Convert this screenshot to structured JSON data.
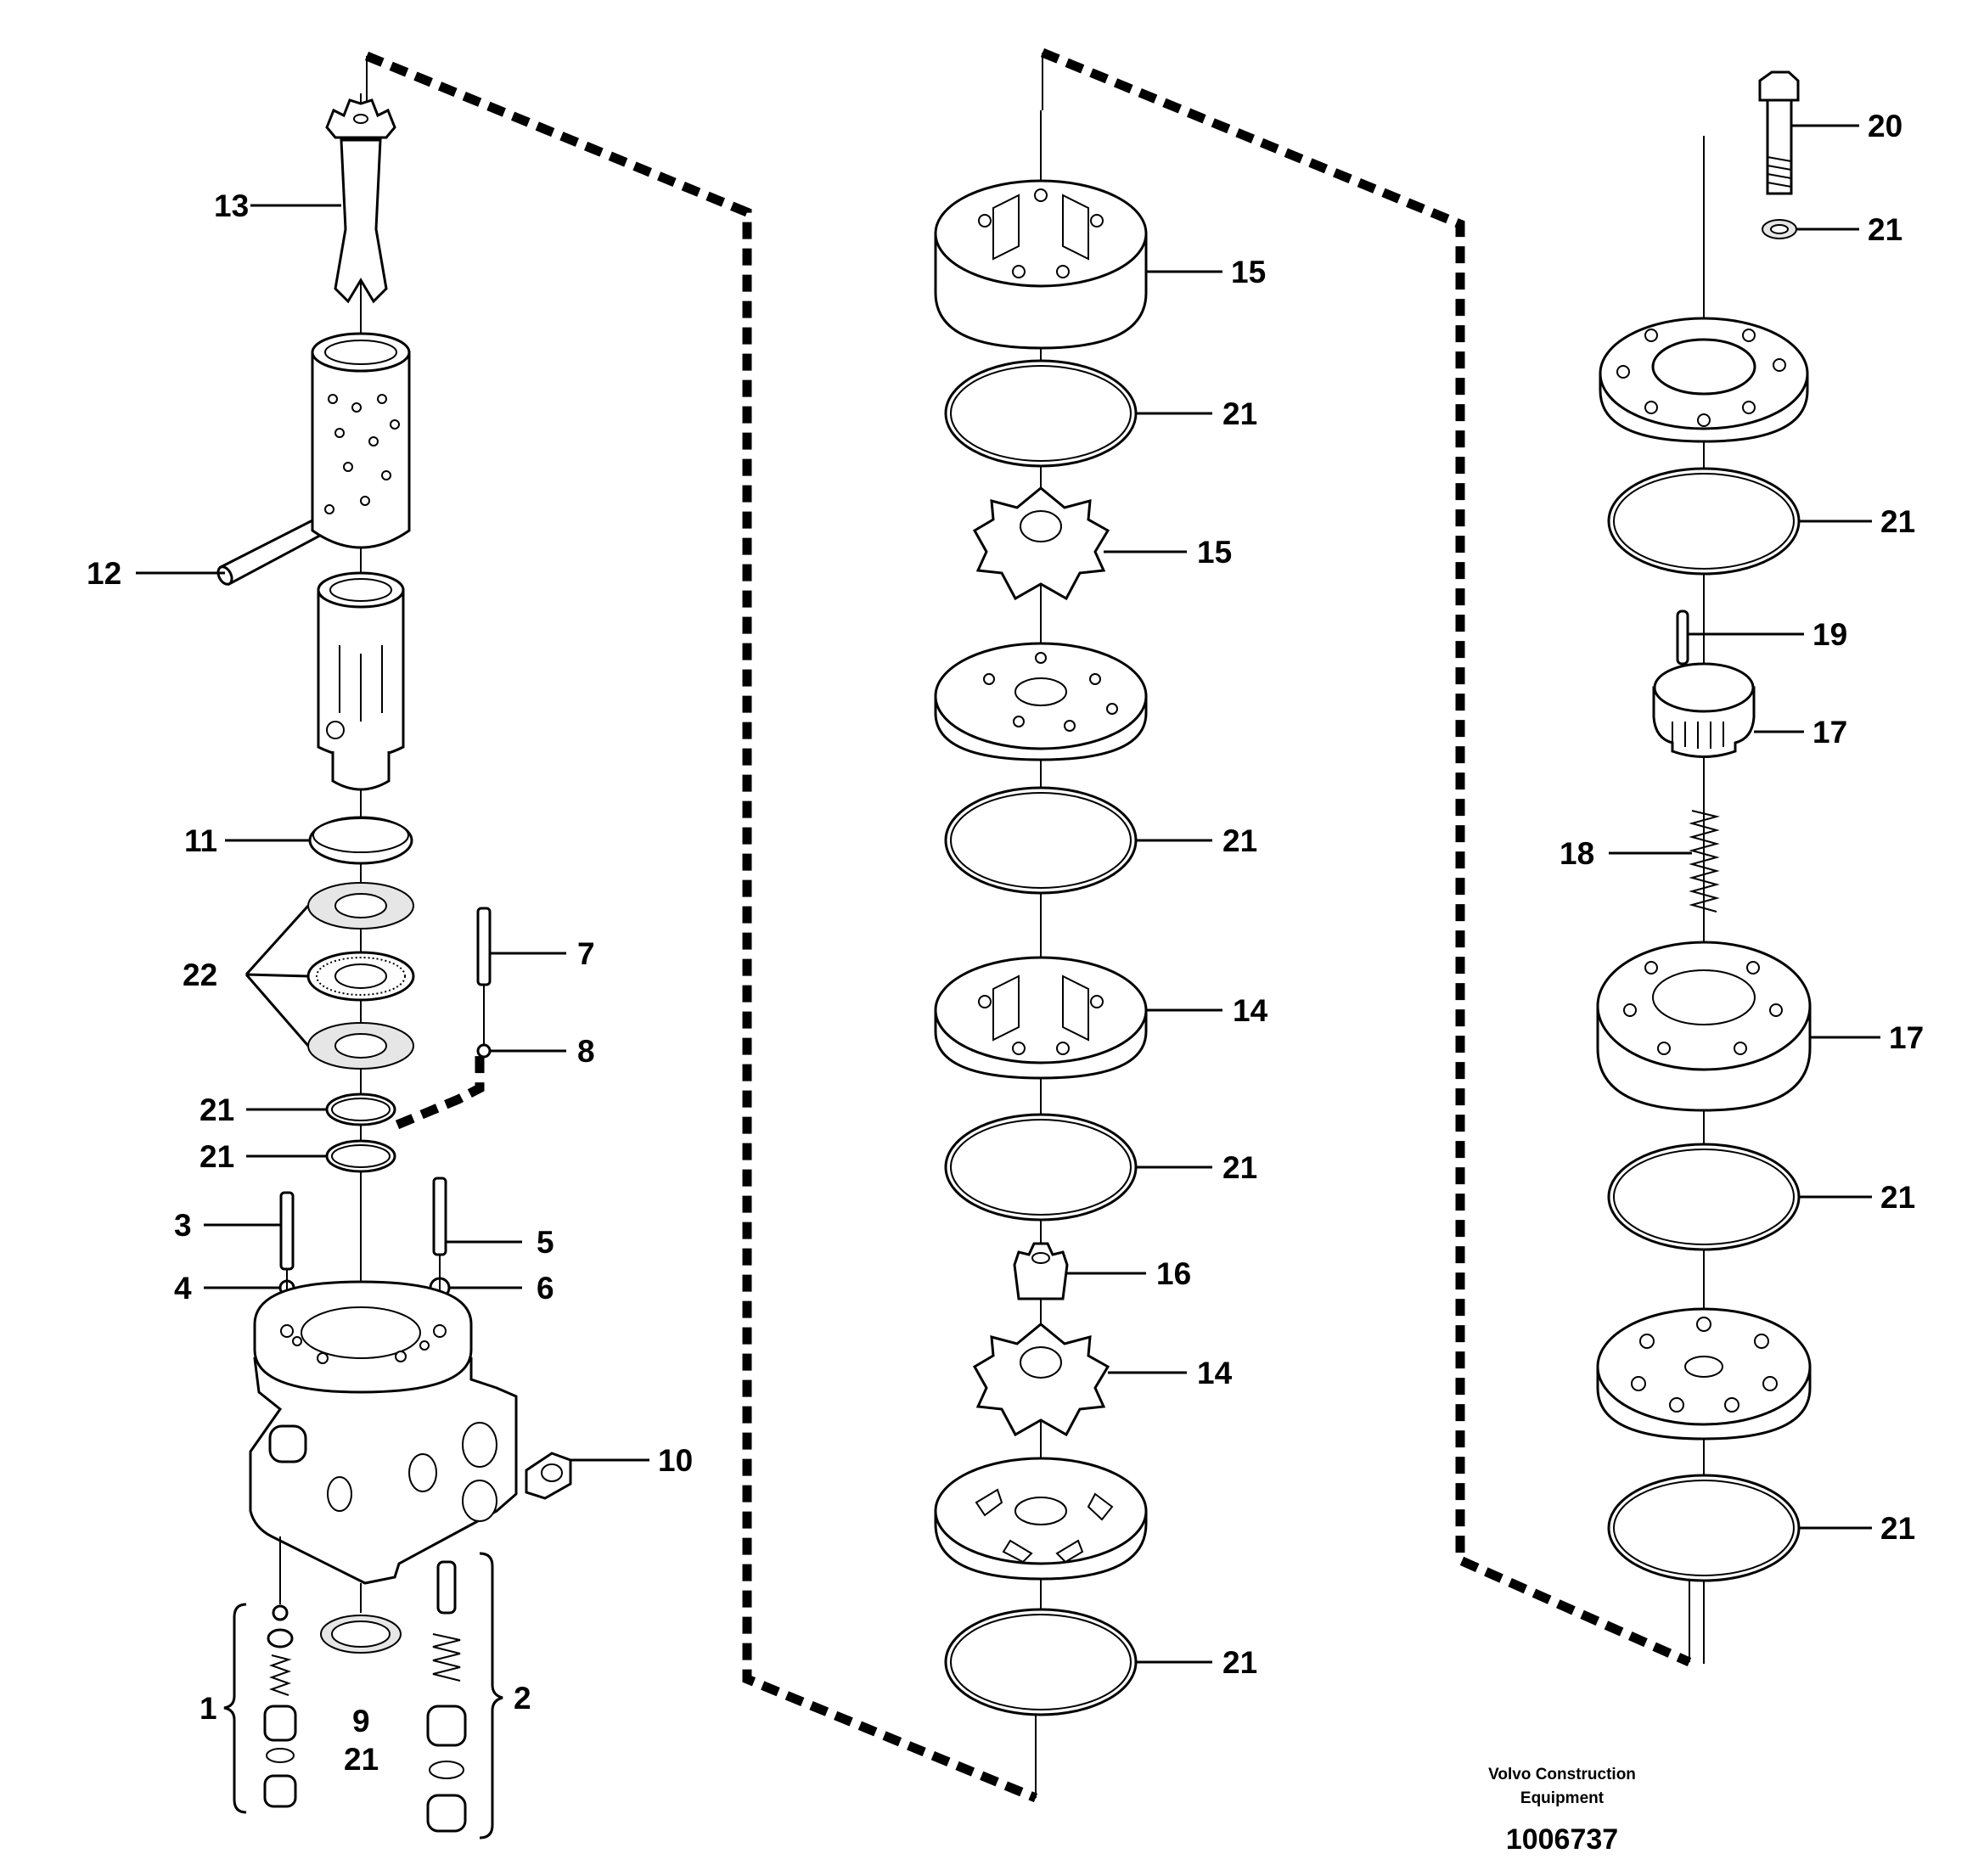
{
  "callouts": {
    "c1": "1",
    "c2": "2",
    "c3": "3",
    "c4": "4",
    "c5": "5",
    "c6": "6",
    "c7": "7",
    "c8": "8",
    "c9": "9",
    "c10": "10",
    "c11": "11",
    "c12": "12",
    "c13": "13",
    "c14a": "14",
    "c14b": "14",
    "c15a": "15",
    "c15b": "15",
    "c16": "16",
    "c17a": "17",
    "c17b": "17",
    "c18": "18",
    "c19": "19",
    "c20": "20",
    "c21a": "21",
    "c21b": "21",
    "c21c": "21",
    "c21d": "21",
    "c21e": "21",
    "c21f": "21",
    "c21g": "21",
    "c21h": "21",
    "c21i": "21",
    "c21j": "21",
    "c21k": "21",
    "c21l": "21",
    "c22": "22"
  },
  "credit": {
    "line1": "Volvo Construction",
    "line2": "Equipment",
    "doc_number": "1006737"
  }
}
